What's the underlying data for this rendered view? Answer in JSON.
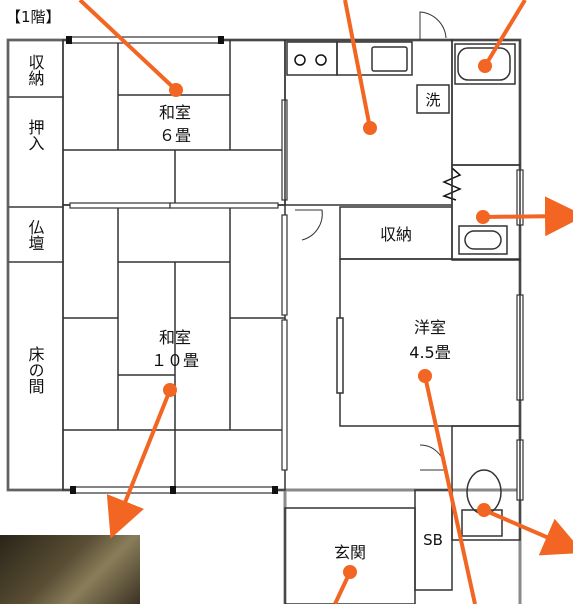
{
  "floor_label": "【1階】",
  "rooms": {
    "washitsu_6": {
      "name": "和室",
      "size": "６畳"
    },
    "washitsu_10": {
      "name": "和室",
      "size": "１０畳"
    },
    "youshitsu": {
      "name": "洋室",
      "size": "4.5畳"
    },
    "shuno_upper": "収納",
    "oshiire": "押入",
    "butsudan": "仏壇",
    "tokonoma": "床の間",
    "shuno_middle": "収納",
    "genkan": "玄関",
    "sb": "SB",
    "sen": "洗"
  },
  "colors": {
    "wall": "#8a8a8a",
    "line": "#222222",
    "pointer": "#f26522",
    "photo": "#4a3f2a"
  }
}
